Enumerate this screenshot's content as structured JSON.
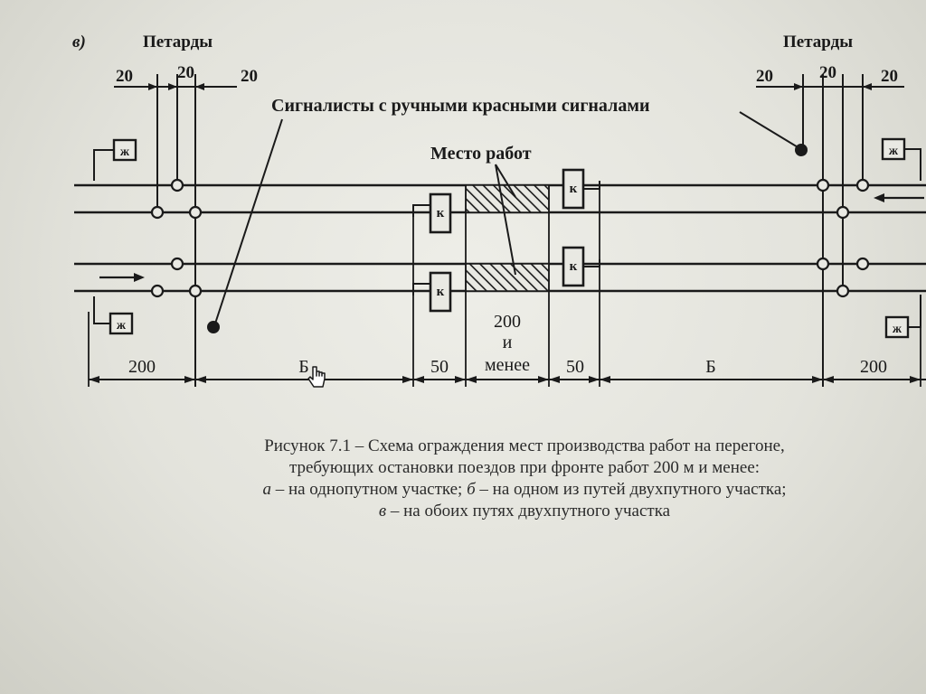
{
  "figure": {
    "panel_label": "в)",
    "petardy_left": "Петарды",
    "petardy_right": "Петарды",
    "gap_left": [
      "20",
      "20",
      "20"
    ],
    "gap_right": [
      "20",
      "20",
      "20"
    ],
    "signalmen_label": "Сигналисты с ручными красными сигналами",
    "work_site_label": "Место работ",
    "signal_letter_zh": "ж",
    "signal_letter_k": "к",
    "dims": {
      "left_200": "200",
      "b_left": "Б",
      "fifty_left": "50",
      "work_length": [
        "200",
        "и",
        "менее"
      ],
      "fifty_right": "50",
      "b_right": "Б",
      "right_200": "200"
    }
  },
  "caption": {
    "line1": "Рисунок 7.1 – Схема ограждения мест производства работ на перегоне,",
    "line2": "требующих остановки поездов при фронте работ 200 м и менее:",
    "line3_a": "а",
    "line3_a_text": " – на однопутном участке; ",
    "line3_b": "б",
    "line3_b_text": " – на одном из путей двухпутного участка;",
    "line4_v": "в",
    "line4_text": " – на обоих путях двухпутного участка"
  },
  "colors": {
    "ink": "#1a1a1a",
    "paper": "#e9e9e3"
  }
}
